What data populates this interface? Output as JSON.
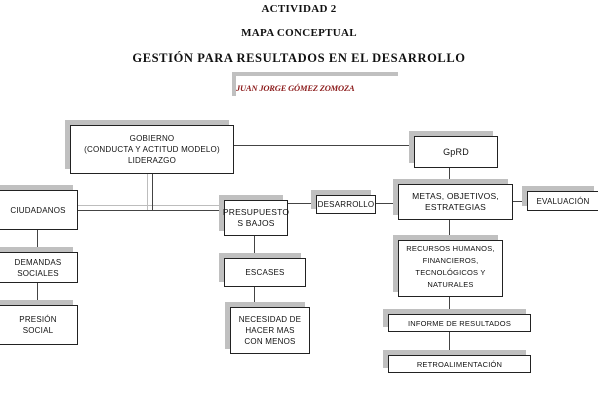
{
  "header": {
    "line1": "ACTIVIDAD 2",
    "line2": "MAPA CONCEPTUAL",
    "line3": "GESTIÓN PARA RESULTADOS EN EL DESARROLLO",
    "author": "JUAN JORGE GÓMEZ ZOMOZA"
  },
  "nodes": {
    "gobierno": [
      "GOBIERNO",
      "(CONDUCTA Y ACTITUD MODELO)",
      "LIDERAZGO"
    ],
    "gprd": [
      "GpRD"
    ],
    "ciudadanos": [
      "CIUDADANOS"
    ],
    "demandas": [
      "DEMANDAS",
      "SOCIALES"
    ],
    "presion": [
      "PRESIÓN",
      "SOCIAL"
    ],
    "presupuestos": [
      "PRESUPUESTO",
      "S BAJOS"
    ],
    "escases": [
      "ESCASES"
    ],
    "necesidad": [
      "NECESIDAD DE",
      "HACER MAS",
      "CON MENOS"
    ],
    "desarrollo": [
      "DESARROLLO"
    ],
    "metas": [
      "METAS, OBJETIVOS,",
      "ESTRATEGIAS"
    ],
    "evaluacion": [
      "EVALUACIÓN"
    ],
    "recursos": [
      "RECURSOS HUMANOS,",
      "FINANCIEROS,",
      "TECNOLÓGICOS Y",
      "NATURALES"
    ],
    "informe": [
      "INFORME DE RESULTADOS"
    ],
    "retro": [
      "RETROALIMENTACIÓN"
    ]
  }
}
